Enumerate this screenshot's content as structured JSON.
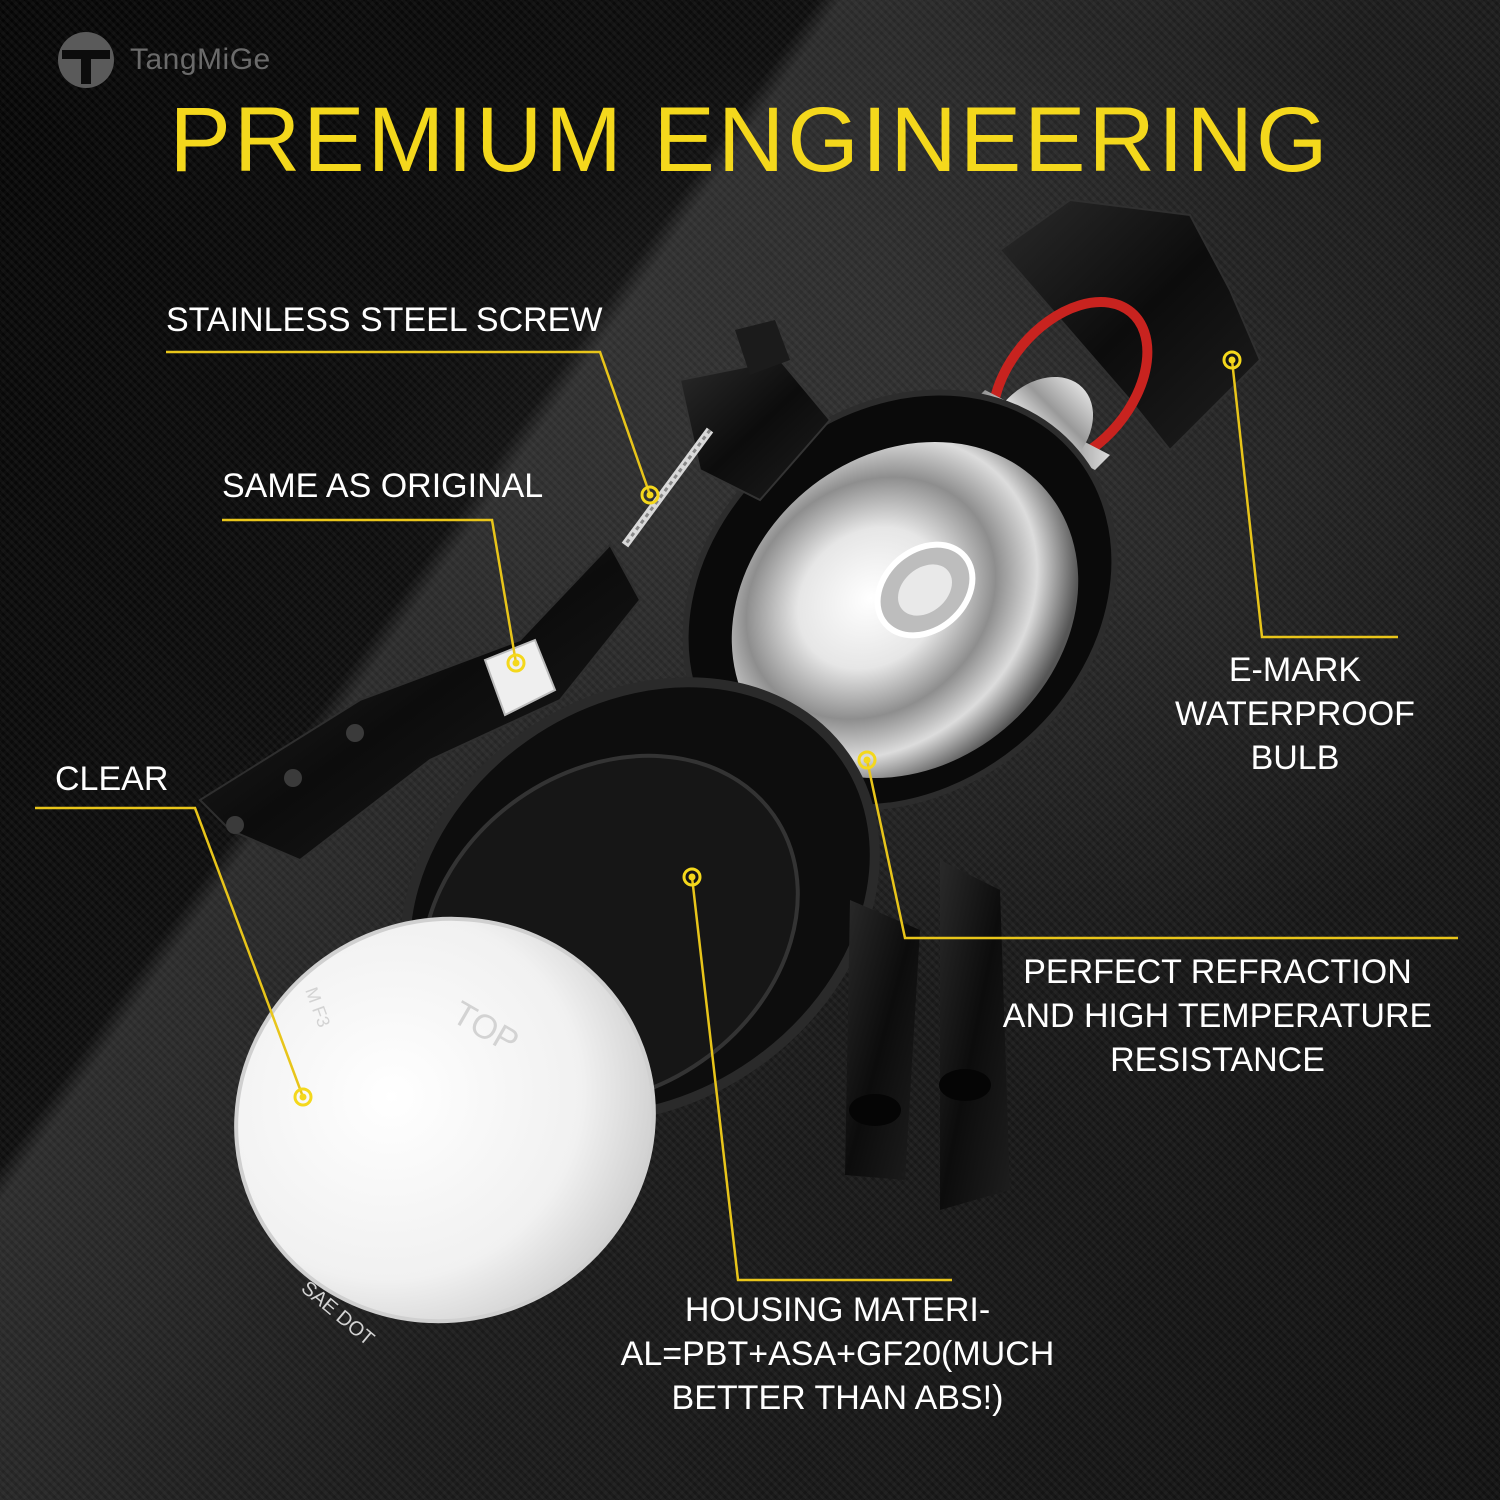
{
  "brand": {
    "name": "TangMiGe"
  },
  "headline": "PREMIUM ENGINEERING",
  "callouts": {
    "screw": "STAINLESS STEEL SCREW",
    "same": "SAME AS ORIGINAL",
    "clear": "CLEAR",
    "emark": [
      "E-MARK",
      "WATERPROOF",
      "BULB"
    ],
    "refraction": [
      "PERFECT REFRACTION",
      "AND HIGH TEMPERATURE",
      "RESISTANCE"
    ],
    "housing": [
      "HOUSING MATERI-",
      "AL=PBT+ASA+GF20(MUCH",
      "BETTER THAN ABS!)"
    ]
  },
  "lens_markings": {
    "top": "TOP",
    "sae": "SAE DOT",
    "code": "M F3"
  },
  "colors": {
    "accent": "#f4d81c",
    "leader": "#e8c51a",
    "text": "#ffffff",
    "background": "#111111"
  }
}
